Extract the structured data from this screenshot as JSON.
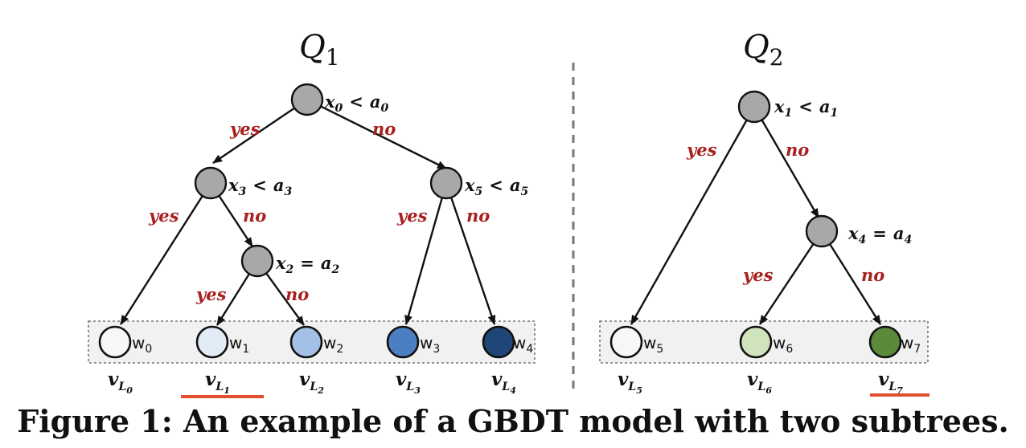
{
  "figure": {
    "caption": "Figure 1: An example of a GBDT model with two subtrees."
  },
  "trees": [
    {
      "title": "Q",
      "title_sub": "1",
      "nodes": [
        {
          "id": "n0",
          "var": "x",
          "var_sub": "0",
          "op": "<",
          "thr": "a",
          "thr_sub": "0"
        },
        {
          "id": "n3",
          "var": "x",
          "var_sub": "3",
          "op": "<",
          "thr": "a",
          "thr_sub": "3"
        },
        {
          "id": "n5",
          "var": "x",
          "var_sub": "5",
          "op": "<",
          "thr": "a",
          "thr_sub": "5"
        },
        {
          "id": "n2",
          "var": "x",
          "var_sub": "2",
          "op": "=",
          "thr": "a",
          "thr_sub": "2"
        }
      ],
      "edges": [
        {
          "from": "n0",
          "to": "n3",
          "label": "yes"
        },
        {
          "from": "n0",
          "to": "n5",
          "label": "no"
        },
        {
          "from": "n3",
          "to": "L0",
          "label": "yes"
        },
        {
          "from": "n3",
          "to": "n2",
          "label": "no"
        },
        {
          "from": "n2",
          "to": "L1",
          "label": "yes"
        },
        {
          "from": "n2",
          "to": "L2",
          "label": "no"
        },
        {
          "from": "n5",
          "to": "L3",
          "label": "yes"
        },
        {
          "from": "n5",
          "to": "L4",
          "label": "no"
        }
      ],
      "leaves": [
        {
          "id": "L0",
          "w": "w",
          "w_sub": "0",
          "v": "v",
          "v_sub": "L",
          "v_sub2": "0",
          "color": "#f7f7f7",
          "underlined": false
        },
        {
          "id": "L1",
          "w": "w",
          "w_sub": "1",
          "v": "v",
          "v_sub": "L",
          "v_sub2": "1",
          "color": "#e2ecf7",
          "underlined": true
        },
        {
          "id": "L2",
          "w": "w",
          "w_sub": "2",
          "v": "v",
          "v_sub": "L",
          "v_sub2": "2",
          "color": "#a3c1e6",
          "underlined": false
        },
        {
          "id": "L3",
          "w": "w",
          "w_sub": "3",
          "v": "v",
          "v_sub": "L",
          "v_sub2": "3",
          "color": "#4a7fc1",
          "underlined": false
        },
        {
          "id": "L4",
          "w": "w",
          "w_sub": "4",
          "v": "v",
          "v_sub": "L",
          "v_sub2": "4",
          "color": "#1f4677",
          "underlined": false
        }
      ]
    },
    {
      "title": "Q",
      "title_sub": "2",
      "nodes": [
        {
          "id": "n1",
          "var": "x",
          "var_sub": "1",
          "op": "<",
          "thr": "a",
          "thr_sub": "1"
        },
        {
          "id": "n4",
          "var": "x",
          "var_sub": "4",
          "op": "=",
          "thr": "a",
          "thr_sub": "4"
        }
      ],
      "edges": [
        {
          "from": "n1",
          "to": "L5",
          "label": "yes"
        },
        {
          "from": "n1",
          "to": "n4",
          "label": "no"
        },
        {
          "from": "n4",
          "to": "L6",
          "label": "yes"
        },
        {
          "from": "n4",
          "to": "L7",
          "label": "no"
        }
      ],
      "leaves": [
        {
          "id": "L5",
          "w": "w",
          "w_sub": "5",
          "v": "v",
          "v_sub": "L",
          "v_sub2": "5",
          "color": "#f7f7f7",
          "underlined": false
        },
        {
          "id": "L6",
          "w": "w",
          "w_sub": "6",
          "v": "v",
          "v_sub": "L",
          "v_sub2": "6",
          "color": "#cfe3bd",
          "underlined": false
        },
        {
          "id": "L7",
          "w": "w",
          "w_sub": "7",
          "v": "v",
          "v_sub": "L",
          "v_sub2": "7",
          "color": "#5a8a3a",
          "underlined": true
        }
      ]
    }
  ],
  "colors": {
    "internal_node": "#a8a8a8",
    "edge_label": "#a82020",
    "underline": "#e0502f",
    "leaf_box": "#f1f1f1"
  }
}
